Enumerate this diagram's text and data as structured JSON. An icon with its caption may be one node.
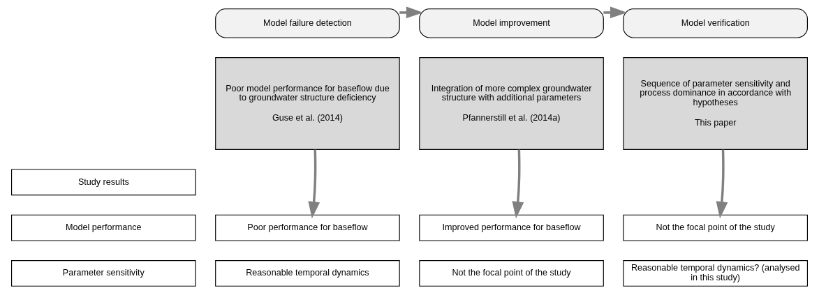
{
  "diagram": {
    "nodes": [
      {
        "text": [
          "Model failure detection"
        ]
      },
      {
        "text": [
          "Model improvement"
        ]
      },
      {
        "text": [
          "Model verification"
        ]
      },
      {
        "text": [
          "Poor model performance for baseflow due to groundwater structure deficiency",
          "Guse et al. (2014)"
        ]
      },
      {
        "text": [
          "Integration of more complex groundwater structure with additional parameters",
          "Pfannerstill et al. (2014a)"
        ]
      },
      {
        "text": [
          "Sequence of parameter sensitivity and process dominance in accordance with hypotheses",
          "This paper"
        ]
      },
      {
        "text": [
          "Study results"
        ]
      },
      {
        "text": [
          "Model performance"
        ]
      },
      {
        "text": [
          "Poor performance for baseflow"
        ]
      },
      {
        "text": [
          "Improved performance for baseflow"
        ]
      },
      {
        "text": [
          "Not the focal point of the study"
        ]
      },
      {
        "text": [
          "Parameter sensitivity"
        ]
      },
      {
        "text": [
          "Reasonable temporal dynamics"
        ]
      },
      {
        "text": [
          "Not the focal point of the study"
        ]
      },
      {
        "text": [
          "Reasonable temporal dynamics? (analysed in this study)"
        ]
      }
    ],
    "edges": [
      {
        "from": 0,
        "to": 1,
        "arrow": "to",
        "color": "#808080"
      },
      {
        "from": 1,
        "to": 2,
        "arrow": "to",
        "color": "#808080"
      },
      {
        "from": 3,
        "to": 8,
        "arrow": "to",
        "color": "#808080"
      },
      {
        "from": 4,
        "to": 9,
        "arrow": "to",
        "color": "#808080"
      },
      {
        "from": 5,
        "to": 10,
        "arrow": "to",
        "color": "#808080"
      }
    ]
  }
}
